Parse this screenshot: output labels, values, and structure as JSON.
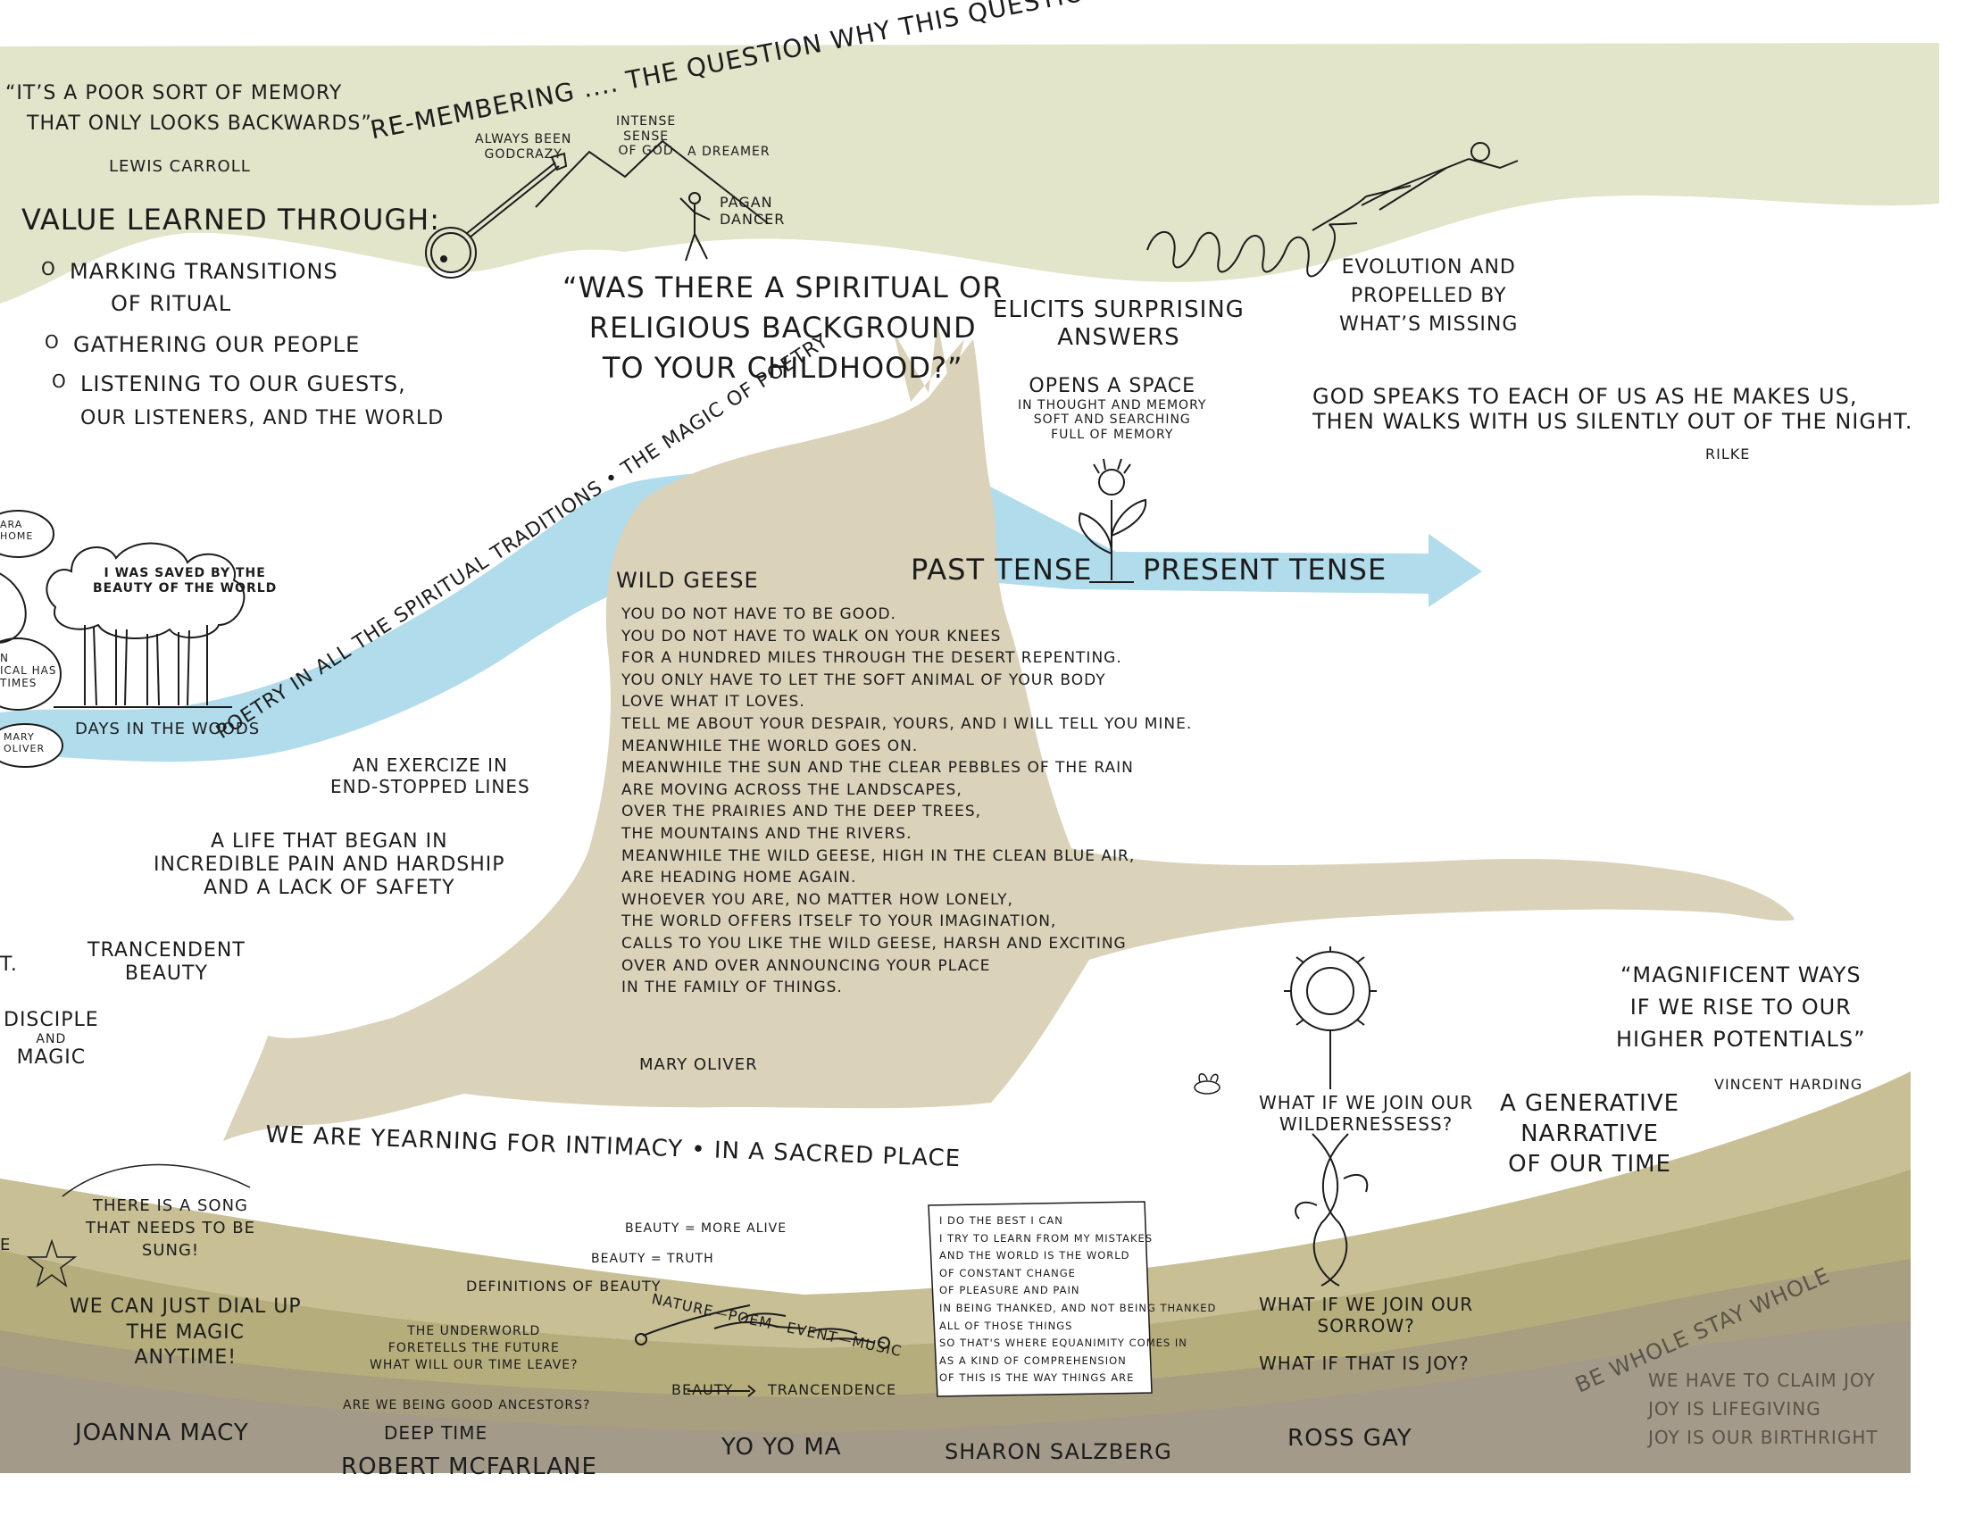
{
  "quote_carroll": {
    "text": "“IT’S a POOR SORT of MEMORY",
    "text2": "THAT ONLY LOOKS BACKWARDS”",
    "author": "LEWIS CARROLL"
  },
  "title": "RE-MEMBERING .... THE QUESTION  WHY THIS QUESTION?",
  "value_learned": {
    "heading": "VALUE LEARNED THROUGH:",
    "items": [
      "MARKING TRANSITIONS",
      "of RITUAL",
      "GATHERING OUR PEOPLE",
      "LISTENING to OUR GUESTS,",
      "OUR LISTENERS, and the WORLD"
    ]
  },
  "mountain_labels": {
    "always": "ALWAYS BEEN",
    "godcrazy": "GODCRAZY",
    "intense": "INTENSE",
    "sense": "SENSE",
    "ofgod": "OF GOD",
    "dreamer": "A DREAMER",
    "pagan": "PAGAN",
    "dancer": "DANCER"
  },
  "spiritual_question": {
    "l1": "“WAS THERE a SPIRITUAL or",
    "l2": "RELIGIOUS BACKGROUND",
    "l3": "to YOUR CHILDHOOD?”"
  },
  "elicits": {
    "l1": "ELICITS SURPRISING",
    "l2": "ANSWERS"
  },
  "opens_space": {
    "l1": "OPENS a SPACE",
    "l2": "in THOUGHT and MEMORY",
    "l3": "SOFT and SEARCHING",
    "l4": "FULL of MEMORY"
  },
  "evolution": {
    "l1": "EVOLUTION and",
    "l2": "PROPELLED BY",
    "l3": "WHAT’S MISSING"
  },
  "rilke": {
    "l1": "GOD SPEAKS to EACH of US as HE MAKES US,",
    "l2": "THEN WALKS WITH US SILENTLY OUT of the NIGHT.",
    "author": "RILKE"
  },
  "tense": {
    "past": "PAST TENSE",
    "present": "PRESENT TENSE"
  },
  "river_label": "POETRY in ALL the SPIRITUAL TRADITIONS • THE MAGIC of POETRY",
  "tree": {
    "saved_l1": "I WAS SAVEd by the",
    "saved_l2": "BEAUTY of the WORLD",
    "days": "DAYS in the WOODS"
  },
  "left_bubbles": {
    "top_a": "ARA",
    "top_b": "HOME",
    "mid_a": "n",
    "mid_b": "ICAL has",
    "mid_c": "TIMES",
    "bot_a": "MARY",
    "bot_b": "OLIVER"
  },
  "exercise": {
    "l1": "AN EXERCIZE in",
    "l2": "END-STOPPED LINES"
  },
  "life": {
    "l1": "A LIFE that BEGAN in",
    "l2": "INCREDIBLE PAIN and HARDSHIP",
    "l3": "and a LACK of SAFETY"
  },
  "trancendent": {
    "l1": "TRANCENDENT",
    "l2": "BEAUTY"
  },
  "t_fragment": "T.",
  "disciple": {
    "l1": "DISCIPLE",
    "l2": "and",
    "l3": "MAGIC"
  },
  "poem": {
    "title": "WILD GEESE",
    "lines": [
      "YOU DO NOT HAVE to be GOOD.",
      "YOU DO NOT HAVE to WALK on YOUR KNEES",
      "FOR A HUNDRED MILES THROUGH the DESERT REPENTING.",
      "YOU ONLY HAVE to LET the SOFT ANIMAL of YOUR BODY",
      "LOVE WHAT it LOVES.",
      "TELL ME ABOUT YOUR DESPAIR, YOURS, and I WILL TELL YOU MINE.",
      "MEANWHILE the WORLD GOES ON.",
      "MEANWHILE the SUN and the CLEAR PEBBLES of the RAIN",
      "ARE MOVING ACROSS the LANDSCAPES,",
      "OVER the PRAIRIES and the DEEP TREES,",
      "THE MOUNTAINS and the RIVERS.",
      "MEANWHILE the WILD GEESE, HIGH in the CLEAN BLUE AIR,",
      "ARE HEADING HOME AGAIN.",
      "WHOEVER YOU ARE, NO MATTER HOW LONELY,",
      "THE WORLD OFFERS ITSELF to YOUR IMAGINATION,",
      "CALLS to YOU LIKE the WILD GEESE, HARSH AND EXCITING",
      "OVER and OVER ANNOUNCING YOUR PLACE",
      "IN the FAMILY of THINGS."
    ],
    "author": "MARY OLIVER"
  },
  "yearning": "WE ARE YEARNING for INTIMACY • IN A SACRED PLACE",
  "harding": {
    "l1": "“MAGNIFICENT WAYS",
    "l2": "if WE RISE to OUR",
    "l3": "HIGHER POTENTIALS”",
    "author": "VINCENT HARDING"
  },
  "wilderness": {
    "l1": "WHAT if WE JOIN OUR",
    "l2": "WILDERNESSESS?"
  },
  "generative": {
    "l1": "A GENERATIVE",
    "l2": "NARRATIVE",
    "l3": "of OUR TIME"
  },
  "song": {
    "l1": "THERE is a SONG",
    "l2": "THAT NEEDS to BE",
    "l3": "SUNG!"
  },
  "e_fragment": "E",
  "dial": {
    "l1": "WE CAN JUST DIAL UP",
    "l2": "the MAGIC",
    "l3": "ANYTIME!"
  },
  "beauty_defs": {
    "more_alive": "BEAUTY = MORE ALIVE",
    "truth": "BEAUTY = TRUTH",
    "definitions": "DEFINITIONS of BEAUTY"
  },
  "nature_chain": "NATURE—POEM—EVENT—MUSIC",
  "beauty_trancendence": {
    "a": "BEAUTY",
    "b": "TRANCENDENCE"
  },
  "underworld": {
    "l1": "the UNDERWORLD",
    "l2": "FORETELLS the FUTURE",
    "l3": "WHAT WILL OUR TIME LEAVE?",
    "l4": "ARE WE BEING GOOD ANCESTORS?",
    "l5": "DEEP TIME"
  },
  "salzberg_note": {
    "lines": [
      "I DO the BEST I CAN",
      "I TRY to LEARN from MY MISTAKES",
      "AND the WORLD is the WORLD",
      "OF CONSTANT CHANGE",
      "OF PLEASURE and PAIN",
      "IN BEING THANKED, and NOT BEING THANKED",
      "ALL of THOSE THINGS",
      "SO THAT'S WHERE EQUANIMITY COMES in",
      "AS a KIND of COMPREHENSION",
      "OF THIS is the WAY THINGS ARE"
    ]
  },
  "sorrow": {
    "l1": "WHAT if WE JOIN OUR",
    "l2": "SORROW?",
    "l3": "WHAT if THAT is JOY?"
  },
  "be_whole": "BE WHOLE  STAY WHOLE",
  "joy": {
    "l1": "WE HAVE to CLAIM JOY",
    "l2": "JOY is LIFEGIVING",
    "l3": "JOY is OUR BIRTHRIGHT"
  },
  "names": {
    "macy": "JOANNA MACY",
    "macfarlane": "ROBERT McFARLANE",
    "yoyoma": "YO YO MA",
    "salzberg": "SHARON SALZBERG",
    "gay": "ROSS GAY"
  },
  "colors": {
    "sage": "#e2e5c9",
    "river": "#b0dcec",
    "goose": "#dbd2ba",
    "ground_olive": "#b6ad7c",
    "ground_tan": "#c8bf95",
    "ground_mid": "#a89e80",
    "ground_dark": "#a39a8a",
    "ink": "#1c1c1c"
  }
}
